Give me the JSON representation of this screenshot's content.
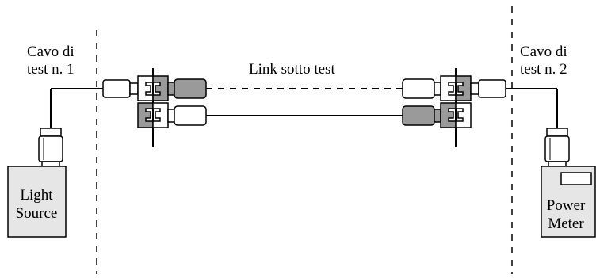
{
  "labels": {
    "left_cable_line1": "Cavo di",
    "left_cable_line2": "test n. 1",
    "right_cable_line1": "Cavo di",
    "right_cable_line2": "test n. 2",
    "link_under_test": "Link sotto test",
    "source_line1": "Light",
    "source_line2": "Source",
    "meter_line1": "Power",
    "meter_line2": "Meter"
  },
  "colors": {
    "line": "#000000",
    "connector_fill_light": "#ffffff",
    "connector_fill_dark": "#9a9a9a",
    "device_fill": "#e6e6e6"
  }
}
